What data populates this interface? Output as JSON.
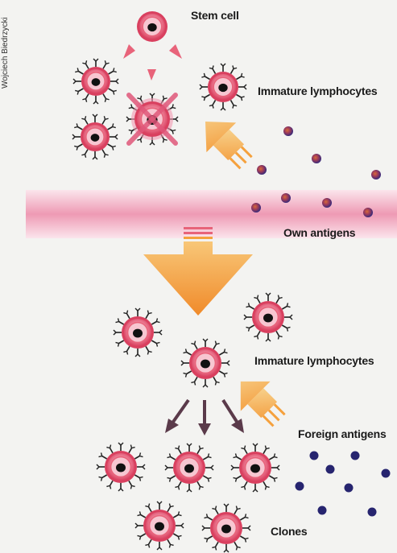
{
  "credit": "Wojciech Biedrzycki",
  "labels": {
    "stem_cell": "Stem cell",
    "immature_lymphocytes_top": "Immature lymphocytes",
    "own_antigens": "Own antigens",
    "immature_lymphocytes_bottom": "Immature lymphocytes",
    "foreign_antigens": "Foreign antigens",
    "clones": "Clones"
  },
  "colors": {
    "cell_outer": "#e8637a",
    "cell_inner": "#f6b7c3",
    "nucleus": "#111111",
    "receptor": "#222222",
    "arrow_orange": "#f5a13d",
    "own_antigen": "#b8452e",
    "foreign_antigen": "#2a2a7a",
    "membrane_band": "#f2b8c8"
  }
}
